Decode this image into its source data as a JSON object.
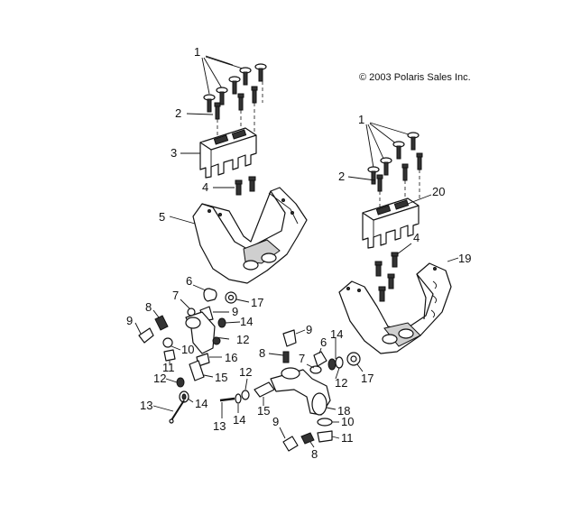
{
  "copyright": "© 2003 Polaris Sales Inc.",
  "callouts": [
    {
      "id": "c1a",
      "text": "1"
    },
    {
      "id": "c2a",
      "text": "2"
    },
    {
      "id": "c3",
      "text": "3"
    },
    {
      "id": "c4a",
      "text": "4"
    },
    {
      "id": "c5",
      "text": "5"
    },
    {
      "id": "c1b",
      "text": "1"
    },
    {
      "id": "c2b",
      "text": "2"
    },
    {
      "id": "c20",
      "text": "20"
    },
    {
      "id": "c4b",
      "text": "4"
    },
    {
      "id": "c19",
      "text": "19"
    },
    {
      "id": "c6a",
      "text": "6"
    },
    {
      "id": "c17a",
      "text": "17"
    },
    {
      "id": "c7a",
      "text": "7"
    },
    {
      "id": "c9a",
      "text": "9"
    },
    {
      "id": "c8a",
      "text": "8"
    },
    {
      "id": "c14a",
      "text": "14"
    },
    {
      "id": "c9b",
      "text": "9"
    },
    {
      "id": "c12a",
      "text": "12"
    },
    {
      "id": "c10a",
      "text": "10"
    },
    {
      "id": "c11a",
      "text": "11"
    },
    {
      "id": "c16",
      "text": "16"
    },
    {
      "id": "c15a",
      "text": "15"
    },
    {
      "id": "c12b",
      "text": "12"
    },
    {
      "id": "c13a",
      "text": "13"
    },
    {
      "id": "c14b",
      "text": "14"
    },
    {
      "id": "c9c",
      "text": "9"
    },
    {
      "id": "c8b",
      "text": "8"
    },
    {
      "id": "c6b",
      "text": "6"
    },
    {
      "id": "c14c",
      "text": "14"
    },
    {
      "id": "c7b",
      "text": "7"
    },
    {
      "id": "c12c",
      "text": "12"
    },
    {
      "id": "c17b",
      "text": "17"
    },
    {
      "id": "c12d",
      "text": "12"
    },
    {
      "id": "c13b",
      "text": "13"
    },
    {
      "id": "c14d",
      "text": "14"
    },
    {
      "id": "c15b",
      "text": "15"
    },
    {
      "id": "c18",
      "text": "18"
    },
    {
      "id": "c10b",
      "text": "10"
    },
    {
      "id": "c11b",
      "text": "11"
    },
    {
      "id": "c9d",
      "text": "9"
    },
    {
      "id": "c8c",
      "text": "8"
    }
  ]
}
